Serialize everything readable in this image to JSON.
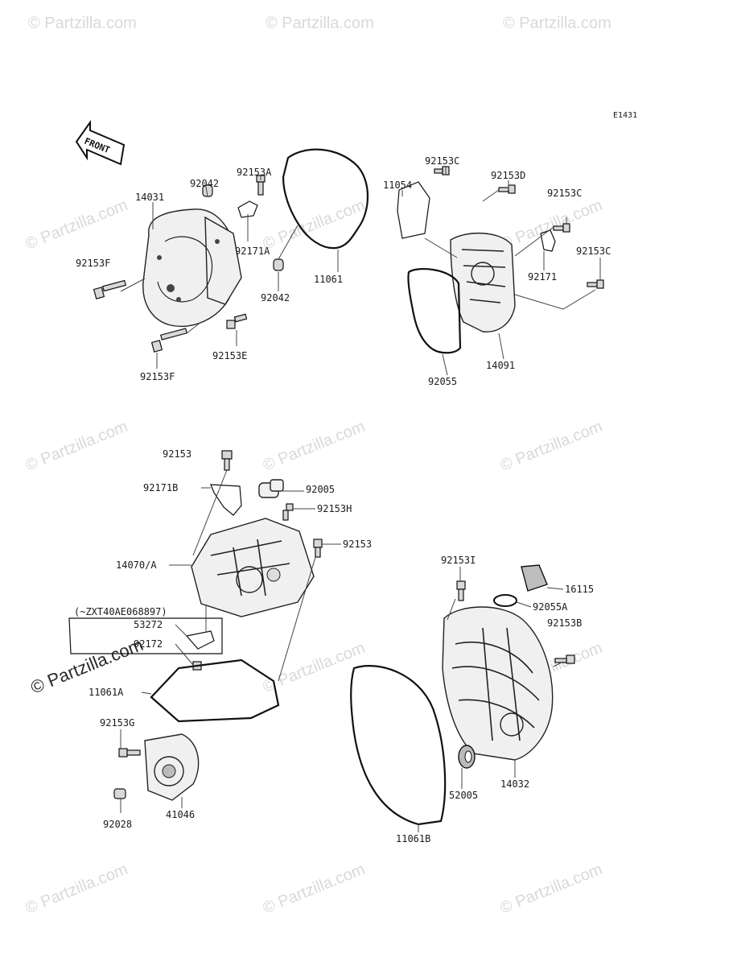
{
  "diagram": {
    "code": "E1431",
    "front_label": "FRONT",
    "serial_note": "(~ZXT40AE068897)",
    "watermarks": [
      "© Partzilla.com"
    ],
    "labels": {
      "p14031": "14031",
      "p92042a": "92042",
      "p92153A": "92153A",
      "p92171A": "92171A",
      "p92153F_a": "92153F",
      "p92153F_b": "92153F",
      "p92153E": "92153E",
      "p92042b": "92042",
      "p11061": "11061",
      "p11054": "11054",
      "p92153C_a": "92153C",
      "p92153D": "92153D",
      "p92153C_b": "92153C",
      "p92153C_c": "92153C",
      "p92171": "92171",
      "p14091": "14091",
      "p92055": "92055",
      "p92153_a": "92153",
      "p92171B": "92171B",
      "p92005": "92005",
      "p92153H": "92153H",
      "p92153_b": "92153",
      "p14070A": "14070/A",
      "p53272": "53272",
      "p92172": "92172",
      "p11061A": "11061A",
      "p92153G": "92153G",
      "p92028": "92028",
      "p41046": "41046",
      "p11061B": "11061B",
      "p92153I": "92153I",
      "p16115": "16115",
      "p92055A": "92055A",
      "p92153B": "92153B",
      "p52005": "52005",
      "p14032": "14032"
    }
  }
}
